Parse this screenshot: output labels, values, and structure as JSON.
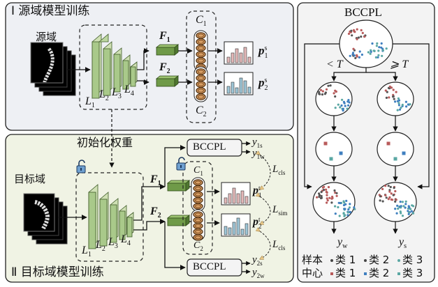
{
  "panel_source": {
    "title": "Ⅰ 源域模型训练",
    "input_label": "源域",
    "layers": [
      "L",
      "L",
      "L",
      "L"
    ],
    "layer_subs": [
      "1",
      "2",
      "3",
      "4"
    ],
    "features": [
      "F",
      "F"
    ],
    "feature_subs": [
      "1",
      "2"
    ],
    "classifiers": [
      "C",
      "C"
    ],
    "classifier_subs": [
      "1",
      "2"
    ],
    "outputs": [
      "p",
      "p"
    ],
    "output_sups": [
      "s",
      "s"
    ],
    "output_subs": [
      "1",
      "2"
    ]
  },
  "init_label": "初始化权重",
  "panel_target": {
    "title": "Ⅱ 目标域模型训练",
    "input_label": "目标域",
    "layers": [
      "L",
      "L",
      "L",
      "L"
    ],
    "layer_subs": [
      "1",
      "2",
      "3",
      "4"
    ],
    "features": [
      "F",
      "F"
    ],
    "feature_subs": [
      "1",
      "2"
    ],
    "classifiers": [
      "C",
      "C"
    ],
    "classifier_subs": [
      "1",
      "2"
    ],
    "outputs": [
      "p",
      "p"
    ],
    "output_sups": [
      "t",
      "t"
    ],
    "output_subs": [
      "1",
      "2"
    ],
    "bccpl_box": "BCCPL",
    "y_labels": [
      {
        "main": "y",
        "sub": "1s"
      },
      {
        "main": "y",
        "sub": "1w"
      },
      {
        "main": "y",
        "sub": "2s"
      },
      {
        "main": "y",
        "sub": "2w"
      }
    ],
    "losses": [
      {
        "main": "L",
        "sub": "cls"
      },
      {
        "main": "L",
        "sub": "sim"
      },
      {
        "main": "L",
        "sub": "cls"
      }
    ]
  },
  "panel_bccpl": {
    "title": "BCCPL",
    "branch_left": "< T",
    "branch_right": "⩾ T",
    "out_left": {
      "main": "y",
      "sub": "w"
    },
    "out_right": {
      "main": "y",
      "sub": "s"
    },
    "legend": [
      {
        "head": "样本",
        "items": [
          "类 1",
          "类 2",
          "类 3"
        ]
      },
      {
        "head": "中心",
        "items": [
          "类 1",
          "类 2",
          "类 3"
        ]
      }
    ]
  },
  "colors": {
    "class1": "#b85b5b",
    "class2": "#3f7fbf",
    "class3": "#5aa7a3",
    "layer_green": "#a9c98a",
    "feature_green": "#6f9a48",
    "classifier_brown": "#7a4a1f",
    "panel_source_bg": "#eef0f4",
    "panel_target_bg": "#f0f3e4"
  }
}
